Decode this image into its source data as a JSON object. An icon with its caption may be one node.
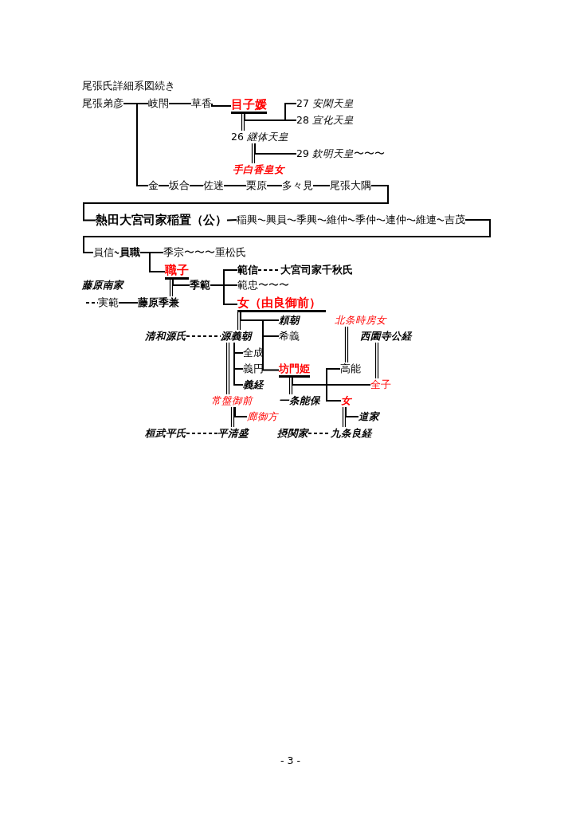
{
  "diagram": {
    "title": "尾張氏詳細系図続き",
    "nodes": [
      {
        "text": [
          "尾張弟彦"
        ]
      },
      {
        "text": [
          "岐閇"
        ]
      },
      {
        "text": [
          "草香"
        ]
      },
      {
        "text": [
          "目子媛"
        ]
      },
      {
        "text": [
          "27 *安閑天皇*"
        ]
      },
      {
        "text": [
          "28 *宣化天皇*"
        ]
      },
      {
        "text": [
          "26 *継体天皇*"
        ]
      },
      {
        "text": [
          "29 *欽明天皇*〜〜〜"
        ]
      },
      {
        "text": [
          "手白香皇女"
        ]
      },
      {
        "text": [
          "金"
        ]
      },
      {
        "text": [
          "坂合"
        ]
      },
      {
        "text": [
          "佐迷"
        ]
      },
      {
        "text": [
          "栗原"
        ]
      },
      {
        "text": [
          "多々見"
        ]
      },
      {
        "text": [
          "尾張大隅"
        ]
      },
      {
        "text": [
          "熱田大宮司家稲置（公）"
        ]
      },
      {
        "text": [
          "稲興"
        ]
      },
      {
        "text": [
          "興員"
        ]
      },
      {
        "text": [
          "季興"
        ]
      },
      {
        "text": [
          "維仲"
        ]
      },
      {
        "text": [
          "季仲"
        ]
      },
      {
        "text": [
          "連仲"
        ]
      },
      {
        "text": [
          "維連"
        ]
      },
      {
        "text": [
          "吉茂"
        ]
      },
      {
        "text": [
          "員信"
        ]
      },
      {
        "text": [
          "員職"
        ]
      },
      {
        "text": [
          "季宗〜〜〜重松氏"
        ]
      },
      {
        "text": [
          "職子"
        ]
      },
      {
        "text": [
          "範信"
        ]
      },
      {
        "text": [
          "大宮司家千秋氏"
        ]
      },
      {
        "text": [
          "季範"
        ]
      },
      {
        "text": [
          "範忠〜〜〜"
        ]
      },
      {
        "text": [
          "実範"
        ]
      },
      {
        "text": [
          "藤原季兼"
        ]
      },
      {
        "text": [
          "女（由良御前）"
        ]
      },
      {
        "text": [
          "頼朝"
        ]
      },
      {
        "text": [
          "北条時房女"
        ]
      },
      {
        "text": [
          "清和源氏"
        ]
      },
      {
        "text": [
          "源義朝"
        ]
      },
      {
        "text": [
          "希義"
        ]
      },
      {
        "text": [
          "西園寺公経"
        ]
      },
      {
        "text": [
          "全成"
        ]
      },
      {
        "text": [
          "義円"
        ]
      },
      {
        "text": [
          "坊門姫"
        ]
      },
      {
        "text": [
          "高能"
        ]
      },
      {
        "text": [
          "全子"
        ]
      },
      {
        "text": [
          "義経"
        ]
      },
      {
        "text": [
          "常盤御前"
        ]
      },
      {
        "text": [
          "一条能保"
        ]
      },
      {
        "text": [
          "女"
        ]
      },
      {
        "text": [
          "廊御方"
        ]
      },
      {
        "text": [
          "道家"
        ]
      },
      {
        "text": [
          "桓武平氏"
        ]
      },
      {
        "text": [
          "平清盛"
        ]
      },
      {
        "text": [
          "摂関家"
        ]
      },
      {
        "text": [
          "九条良経"
        ]
      }
    ],
    "edges": [
      {
        "from": 0,
        "to": 1,
        "arrow": "none"
      },
      {
        "from": 1,
        "to": 2,
        "arrow": "none"
      },
      {
        "from": 2,
        "to": 3,
        "arrow": "none"
      },
      {
        "from": 0,
        "to": 9,
        "arrow": "none"
      },
      {
        "from": 9,
        "to": 10,
        "arrow": "none"
      },
      {
        "from": 10,
        "to": 11,
        "arrow": "none"
      },
      {
        "from": 11,
        "to": 12,
        "arrow": "none"
      },
      {
        "from": 12,
        "to": 13,
        "arrow": "none"
      },
      {
        "from": 13,
        "to": 14,
        "arrow": "none"
      },
      {
        "from": 14,
        "to": 15,
        "arrow": "none"
      },
      {
        "from": 3,
        "to": 6,
        "arrow": "none"
      },
      {
        "from": 3,
        "to": 4,
        "arrow": "none"
      },
      {
        "from": 3,
        "to": 5,
        "arrow": "none"
      },
      {
        "from": 6,
        "to": 8,
        "arrow": "none"
      },
      {
        "from": 6,
        "to": 7,
        "arrow": "none"
      },
      {
        "from": 15,
        "to": 16,
        "arrow": "none"
      },
      {
        "from": 16,
        "to": 17,
        "arrow": "none"
      },
      {
        "from": 17,
        "to": 18,
        "arrow": "none"
      },
      {
        "from": 18,
        "to": 19,
        "arrow": "none"
      },
      {
        "from": 19,
        "to": 20,
        "arrow": "none"
      },
      {
        "from": 20,
        "to": 21,
        "arrow": "none"
      },
      {
        "from": 21,
        "to": 22,
        "arrow": "none"
      },
      {
        "from": 22,
        "to": 23,
        "arrow": "none"
      },
      {
        "from": 23,
        "to": 24,
        "arrow": "none"
      },
      {
        "from": 24,
        "to": 25,
        "arrow": "none"
      },
      {
        "from": 25,
        "to": 26,
        "arrow": "none"
      },
      {
        "from": 25,
        "to": 27,
        "arrow": "none"
      },
      {
        "from": 28,
        "to": 29,
        "arrow": "none",
        "style": "dashed"
      },
      {
        "from": 27,
        "to": 33,
        "arrow": "none"
      },
      {
        "from": 27,
        "to": 30,
        "arrow": "none"
      },
      {
        "from": 30,
        "to": 28,
        "arrow": "none"
      },
      {
        "from": 30,
        "to": 31,
        "arrow": "none"
      },
      {
        "from": 30,
        "to": 34,
        "arrow": "none"
      },
      {
        "from": null,
        "to": 32,
        "arrow": "none",
        "style": "dashed"
      },
      {
        "from": 32,
        "to": 33,
        "arrow": "none"
      },
      {
        "from": 34,
        "to": 38,
        "arrow": "none"
      },
      {
        "from": 34,
        "to": 35,
        "arrow": "none"
      },
      {
        "from": 34,
        "to": 39,
        "arrow": "none"
      },
      {
        "from": 34,
        "to": 43,
        "arrow": "none"
      },
      {
        "from": 37,
        "to": 38,
        "arrow": "none",
        "style": "dashed"
      },
      {
        "from": 38,
        "to": 47,
        "arrow": "none"
      },
      {
        "from": 38,
        "to": 41,
        "arrow": "none"
      },
      {
        "from": 38,
        "to": 42,
        "arrow": "none"
      },
      {
        "from": 38,
        "to": 46,
        "arrow": "none"
      },
      {
        "from": 43,
        "to": 48,
        "arrow": "none"
      },
      {
        "from": 43,
        "to": 44,
        "arrow": "none"
      },
      {
        "from": 43,
        "to": 49,
        "arrow": "none"
      },
      {
        "from": 43,
        "to": 45,
        "arrow": "none"
      },
      {
        "from": 36,
        "to": 44,
        "arrow": "none"
      },
      {
        "from": 40,
        "to": 45,
        "arrow": "none"
      },
      {
        "from": 47,
        "to": 53,
        "arrow": "none"
      },
      {
        "from": 47,
        "to": 50,
        "arrow": "none"
      },
      {
        "from": 49,
        "to": 55,
        "arrow": "none"
      },
      {
        "from": 49,
        "to": 51,
        "arrow": "none"
      },
      {
        "from": 52,
        "to": 53,
        "arrow": "none",
        "style": "dashed"
      },
      {
        "from": 54,
        "to": 55,
        "arrow": "none",
        "style": "dashed"
      }
    ],
    "labels": [
      "藤原南家",
      "- 3 -"
    ]
  }
}
